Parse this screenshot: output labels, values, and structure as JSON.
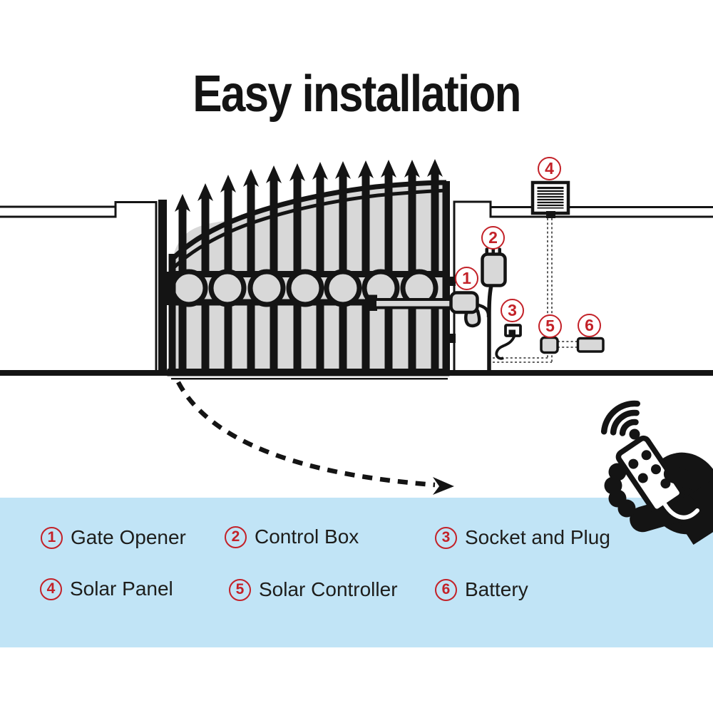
{
  "title": "Easy installation",
  "colors": {
    "accent_red": "#c32128",
    "legend_bg": "#c1e4f6",
    "metal_gray": "#d8d8d8",
    "ink": "#141414",
    "wire_gray": "#4a4a4a"
  },
  "diagram": {
    "callouts": [
      {
        "num": "1",
        "target": "gate-opener"
      },
      {
        "num": "2",
        "target": "control-box"
      },
      {
        "num": "3",
        "target": "socket-and-plug"
      },
      {
        "num": "4",
        "target": "solar-panel"
      },
      {
        "num": "5",
        "target": "solar-controller"
      },
      {
        "num": "6",
        "target": "battery"
      }
    ],
    "icons": [
      "wall-icon",
      "gate-icon",
      "gate-opener-icon",
      "control-box-icon",
      "socket-plug-icon",
      "solar-panel-icon",
      "solar-controller-icon",
      "battery-icon",
      "gate-swing-arrow",
      "wifi-signal-icon",
      "remote-control-icon",
      "hand-icon"
    ]
  },
  "legend": {
    "items": [
      {
        "num": "1",
        "label": "Gate Opener"
      },
      {
        "num": "2",
        "label": "Control Box"
      },
      {
        "num": "3",
        "label": "Socket and Plug"
      },
      {
        "num": "4",
        "label": "Solar Panel"
      },
      {
        "num": "5",
        "label": "Solar Controller"
      },
      {
        "num": "6",
        "label": "Battery"
      }
    ]
  }
}
